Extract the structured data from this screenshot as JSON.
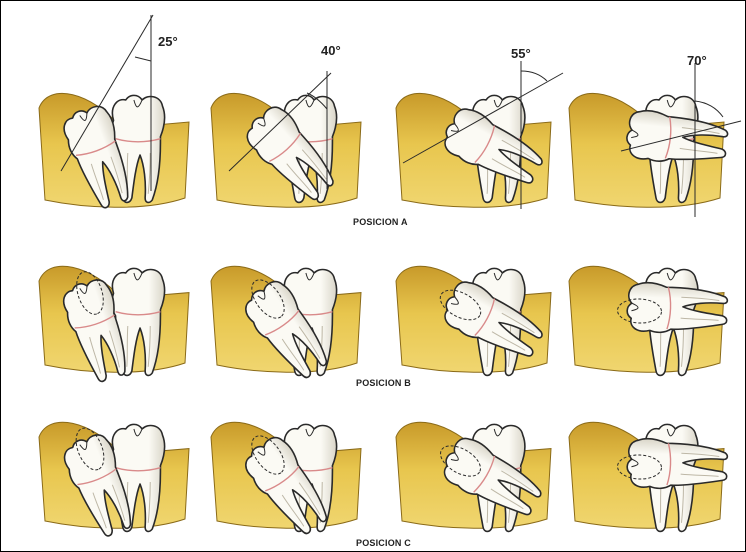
{
  "diagram": {
    "colors": {
      "bone": "#e8c64e",
      "bone_dark": "#c89a2a",
      "bone_edge": "#8a6a18",
      "tooth": "#fbfaf4",
      "tooth_shade": "#d9d5c8",
      "outline": "#2a2a2a",
      "gum": "#d98a8a"
    },
    "angles": [
      "25°",
      "40°",
      "55°",
      "70°"
    ],
    "rows": [
      {
        "label": "POSICION A",
        "angles_deg": [
          25,
          40,
          55,
          70
        ]
      },
      {
        "label": "POSICION B",
        "angles_deg": [
          25,
          40,
          55,
          70
        ]
      },
      {
        "label": "POSICION C",
        "angles_deg": [
          25,
          40,
          55,
          70
        ]
      }
    ]
  }
}
